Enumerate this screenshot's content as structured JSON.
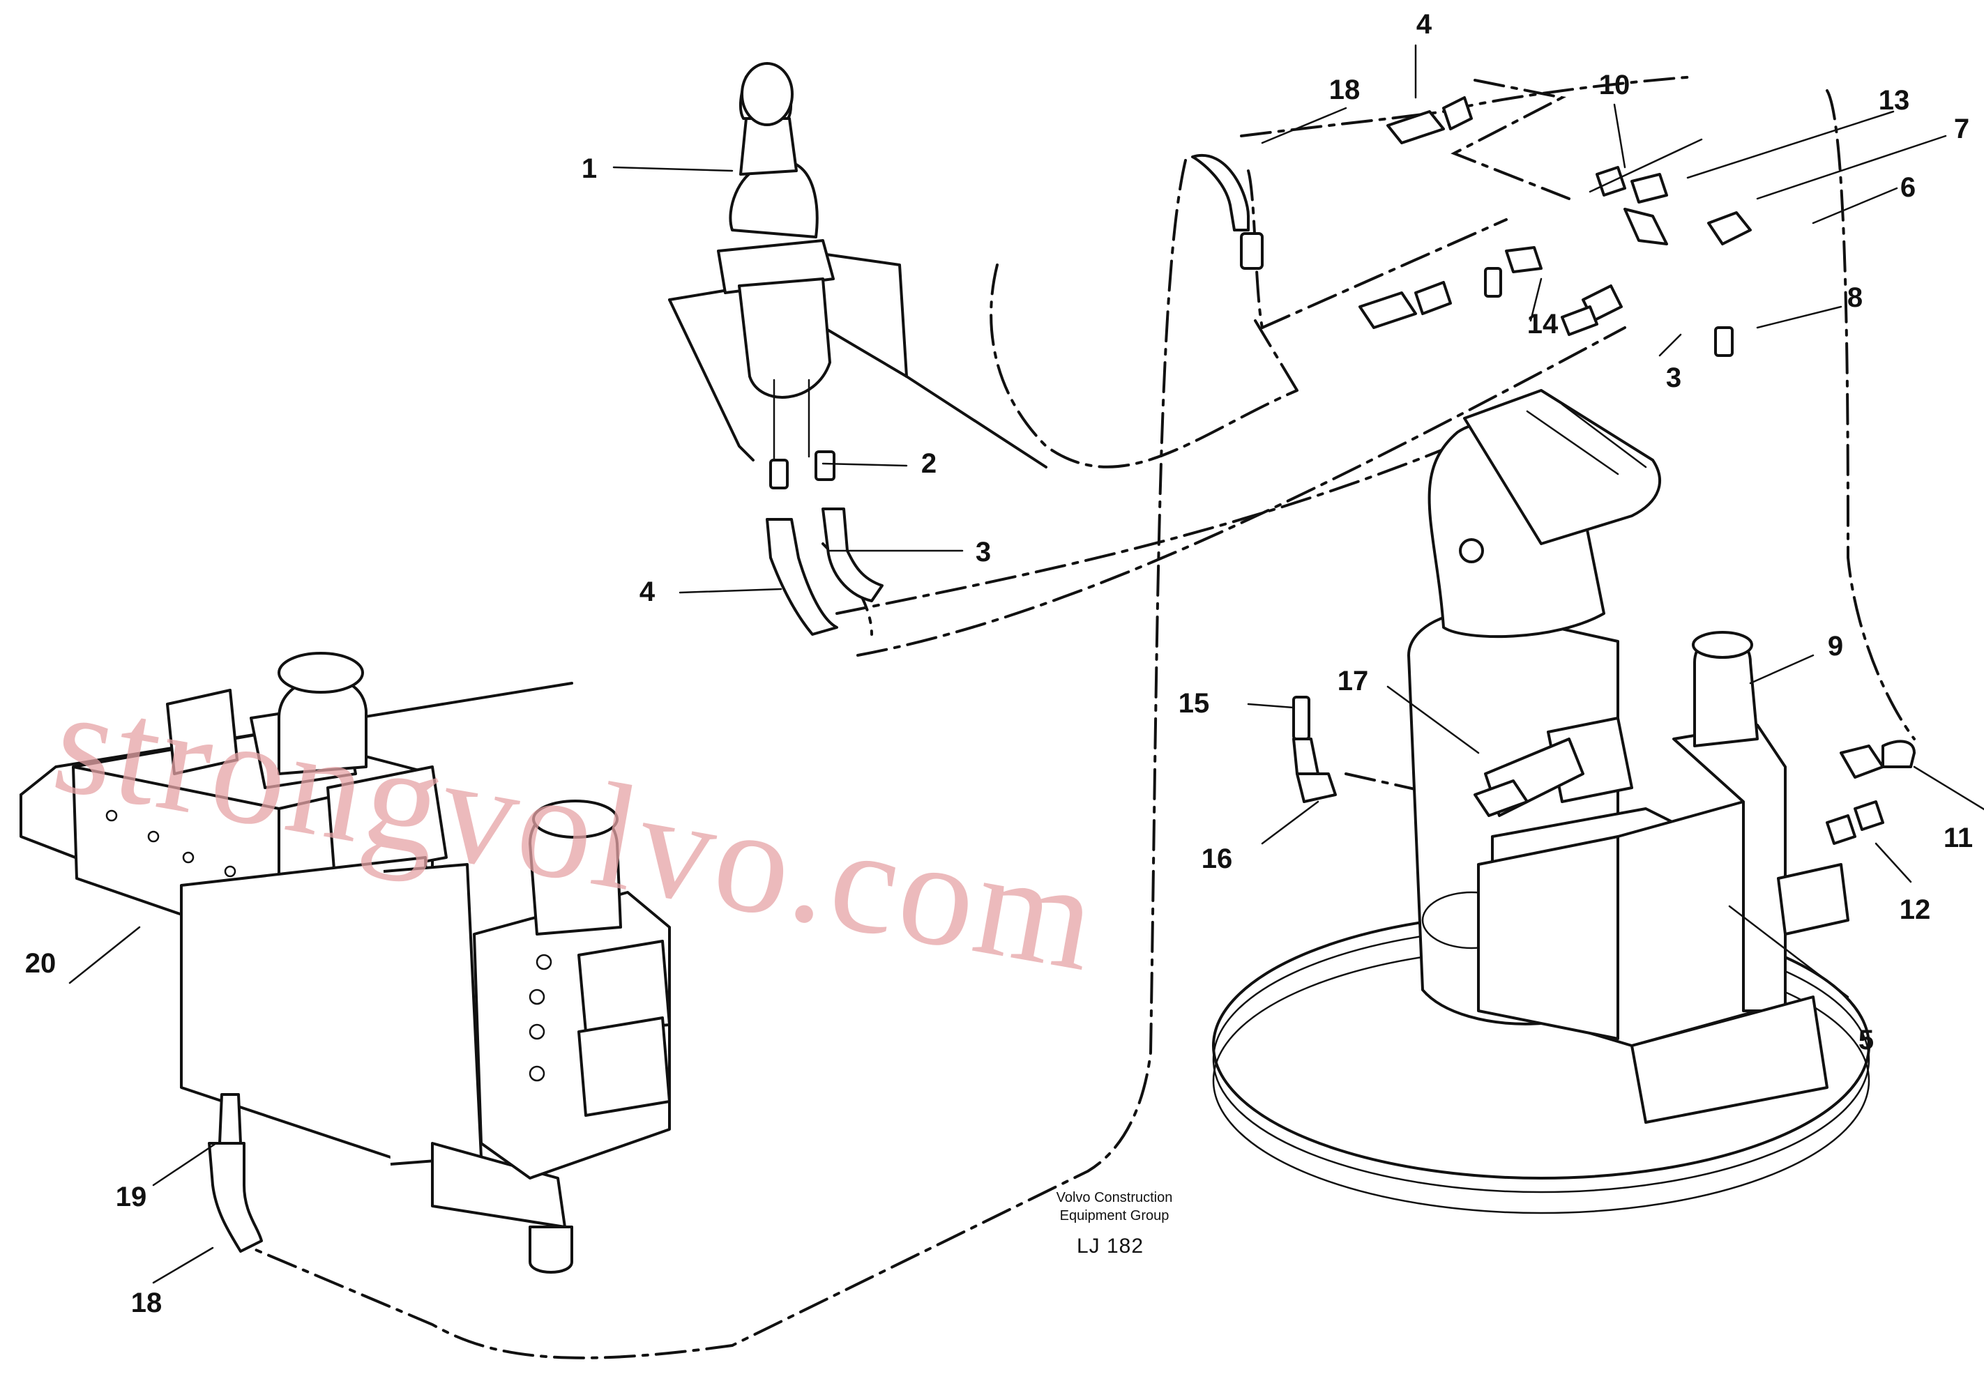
{
  "callouts": [
    {
      "id": "c1",
      "text": "1"
    },
    {
      "id": "c2",
      "text": "2"
    },
    {
      "id": "c3a",
      "text": "3"
    },
    {
      "id": "c3b",
      "text": "3"
    },
    {
      "id": "c4a",
      "text": "4"
    },
    {
      "id": "c4b",
      "text": "4"
    },
    {
      "id": "c5",
      "text": "5"
    },
    {
      "id": "c6",
      "text": "6"
    },
    {
      "id": "c7",
      "text": "7"
    },
    {
      "id": "c8",
      "text": "8"
    },
    {
      "id": "c9",
      "text": "9"
    },
    {
      "id": "c10",
      "text": "10"
    },
    {
      "id": "c11",
      "text": "11"
    },
    {
      "id": "c12",
      "text": "12"
    },
    {
      "id": "c13",
      "text": "13"
    },
    {
      "id": "c14",
      "text": "14"
    },
    {
      "id": "c15",
      "text": "15"
    },
    {
      "id": "c16",
      "text": "16"
    },
    {
      "id": "c17",
      "text": "17"
    },
    {
      "id": "c18a",
      "text": "18"
    },
    {
      "id": "c18b",
      "text": "18"
    },
    {
      "id": "c19",
      "text": "19"
    },
    {
      "id": "c20",
      "text": "20"
    }
  ],
  "caption": {
    "line1": "Volvo Construction",
    "line2": "Equipment Group",
    "code": "LJ 182"
  },
  "watermark": "strongvolvo.com",
  "colors": {
    "ink": "#111111",
    "watermark": "#e6a3a6",
    "background": "#ffffff"
  }
}
